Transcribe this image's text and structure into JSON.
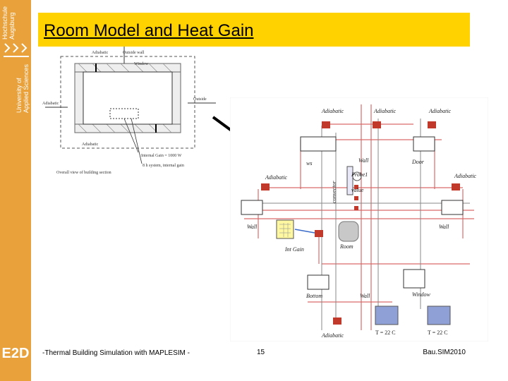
{
  "sidebar": {
    "institution_line1": "Hochschule",
    "institution_line2": "Augsburg",
    "english_line1": "University of",
    "english_line2": "Applied Sciences",
    "logo_mark": "E2D"
  },
  "title": "Room Model and Heat Gain",
  "footer": {
    "left": "-Thermal Building Simulation with MAPLESIM -",
    "page": "15",
    "right": "Bau.SIM2010"
  },
  "sketch": {
    "labels": {
      "top_left": "Adiabatic",
      "top_right": "Outside wall",
      "window": "Window",
      "right": "Outside",
      "left_side": "Adiabatic",
      "bottom_left": "Adiabatic",
      "heat_gain": "Internal Gain = 1000 W",
      "schedule": "8 h system, internal gain",
      "caption": "Overall view of building section"
    }
  },
  "model": {
    "labels": {
      "adiabatic_top1": "Adiabatic",
      "adiabatic_top2": "Adiabatic",
      "adiabatic_top3": "Adiabatic",
      "adiabatic_left": "Adiabatic",
      "adiabatic_right": "Adiabatic",
      "adiabatic_bottom": "Adiabatic",
      "ws": "ws",
      "wall_top": "Wall",
      "door": "Door",
      "probe": "Probe1",
      "value": "value",
      "convector": "convector",
      "wall_w": "Wall",
      "wall_e": "Wall",
      "int_gain": "Int Gain",
      "room": "Room",
      "bottom": "Bottom",
      "wall_s": "Wall",
      "window": "Window",
      "temp1": "T = 22 C",
      "temp2": "T = 22 C"
    }
  }
}
